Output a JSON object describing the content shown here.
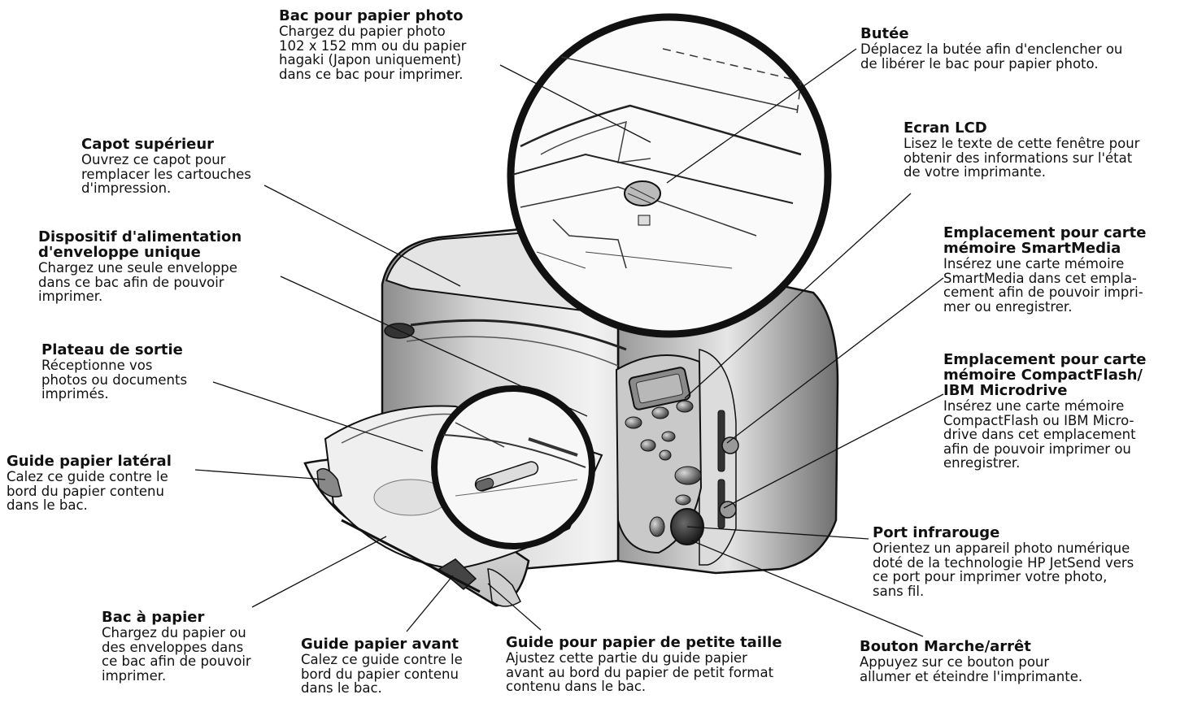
{
  "callouts": [
    {
      "id": "bac-photo",
      "title": [
        "Bac pour papier photo"
      ],
      "desc": [
        "Chargez du papier photo",
        "102 x 152 mm ou du papier",
        "hagaki (Japon uniquement)",
        "dans ce bac pour imprimer."
      ]
    },
    {
      "id": "butee",
      "title": [
        "Butée"
      ],
      "desc": [
        "Déplacez la butée afin d'enclencher ou",
        "de libérer le bac pour papier photo."
      ]
    },
    {
      "id": "capot",
      "title": [
        "Capot supérieur"
      ],
      "desc": [
        "Ouvrez ce capot pour",
        "remplacer les cartouches",
        "d'impression."
      ]
    },
    {
      "id": "ecran-lcd",
      "title": [
        "Ecran LCD"
      ],
      "desc": [
        "Lisez le texte de cette fenêtre pour",
        "obtenir des informations sur l'état",
        "de votre imprimante."
      ]
    },
    {
      "id": "enveloppe",
      "title": [
        "Dispositif d'alimentation",
        "d'enveloppe unique"
      ],
      "desc": [
        "Chargez une seule enveloppe",
        "dans ce bac afin de pouvoir",
        "imprimer."
      ]
    },
    {
      "id": "smartmedia",
      "title": [
        "Emplacement pour carte",
        "mémoire SmartMedia"
      ],
      "desc": [
        "Insérez une carte mémoire",
        "SmartMedia dans cet empla-",
        "cement afin de pouvoir impri-",
        "mer ou enregistrer."
      ]
    },
    {
      "id": "plateau",
      "title": [
        "Plateau de sortie"
      ],
      "desc": [
        "Réceptionne vos",
        "photos ou documents",
        "imprimés."
      ]
    },
    {
      "id": "compactflash",
      "title": [
        "Emplacement pour carte",
        "mémoire CompactFlash/",
        "IBM Microdrive"
      ],
      "desc": [
        "Insérez une carte mémoire",
        "CompactFlash ou IBM Micro-",
        "drive dans cet emplacement",
        "afin de pouvoir imprimer ou",
        "enregistrer."
      ]
    },
    {
      "id": "guide-lateral",
      "title": [
        "Guide papier latéral"
      ],
      "desc": [
        "Calez ce guide contre le",
        "bord du papier contenu",
        "dans le bac."
      ]
    },
    {
      "id": "infrarouge",
      "title": [
        "Port infrarouge"
      ],
      "desc": [
        "Orientez un appareil photo numérique",
        "doté de la technologie HP JetSend vers",
        "ce port pour imprimer votre photo,",
        "sans fil."
      ]
    },
    {
      "id": "bac-papier",
      "title": [
        "Bac à papier"
      ],
      "desc": [
        "Chargez du papier ou",
        "des enveloppes dans",
        "ce bac afin de pouvoir",
        "imprimer."
      ]
    },
    {
      "id": "guide-avant",
      "title": [
        "Guide papier avant"
      ],
      "desc": [
        "Calez ce guide contre le",
        "bord du papier contenu",
        "dans le bac."
      ]
    },
    {
      "id": "guide-petit",
      "title": [
        "Guide pour papier de petite taille"
      ],
      "desc": [
        "Ajustez cette partie du guide papier",
        "avant au bord du papier de petit format",
        "contenu dans le bac."
      ]
    },
    {
      "id": "marche-arret",
      "title": [
        "Bouton Marche/arrêt"
      ],
      "desc": [
        "Appuyez sur ce bouton pour",
        "allumer et éteindre l'imprimante."
      ]
    }
  ]
}
